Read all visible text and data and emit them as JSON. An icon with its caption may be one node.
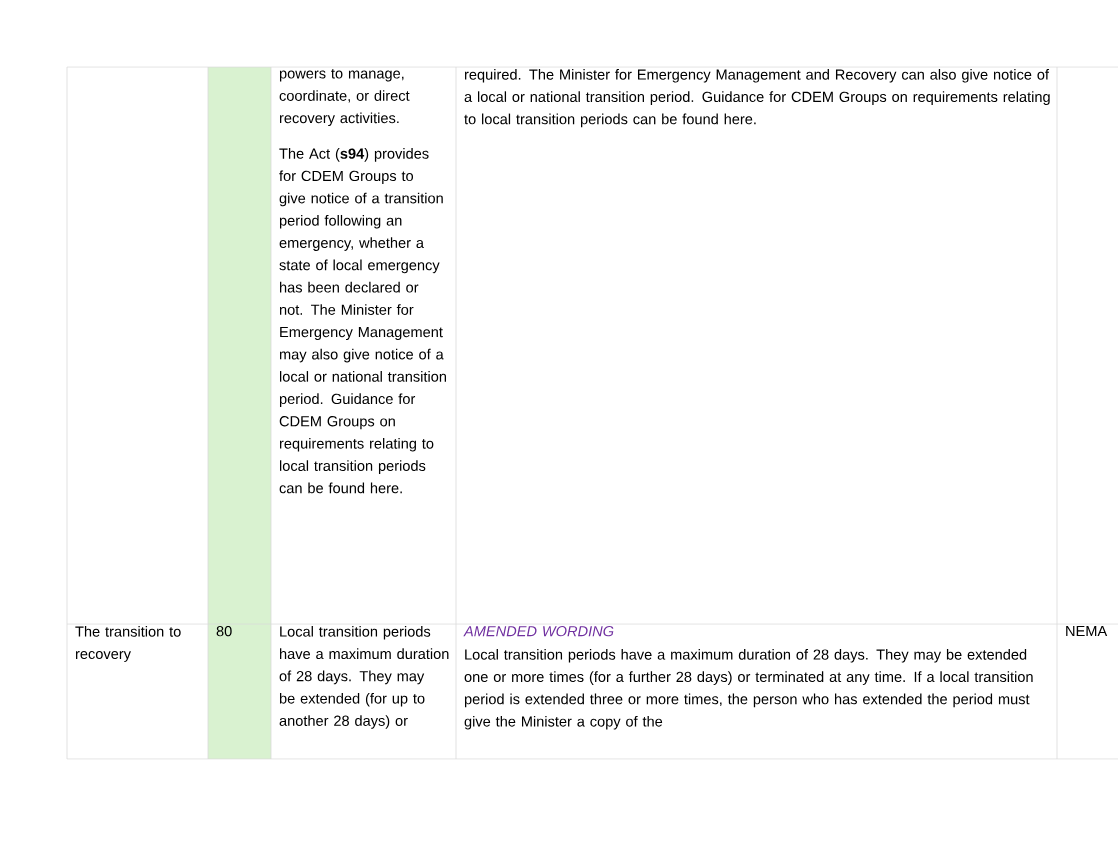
{
  "diagram": {
    "labels": [
      "powers to manage, coordinate, or direct recovery activities.",
      "The Act (**s94**) provides for CDEM Groups to give notice of a transition period following an emergency, whether a state of local emergency has been declared or not. The Minister for Emergency Management may also give notice of a local or national transition period. Guidance for CDEM Groups on requirements relating to local transition periods can be found here.",
      "required. The Minister for Emergency Management and Recovery can also give notice of a local or national transition period. Guidance for CDEM Groups on requirements relating to local transition periods can be found here.",
      "The transition to recovery",
      "80",
      "Local transition periods have a maximum duration of 28 days. They may be extended (for up to another 28 days) or",
      "AMENDED WORDING",
      "Local transition periods have a maximum duration of 28 days. They may be extended one or more times (for a further 28 days)  or terminated at any time. If a local transition period is extended three or more times, the person who has extended the period must give the Minister a copy of the",
      "NEMA"
    ]
  }
}
